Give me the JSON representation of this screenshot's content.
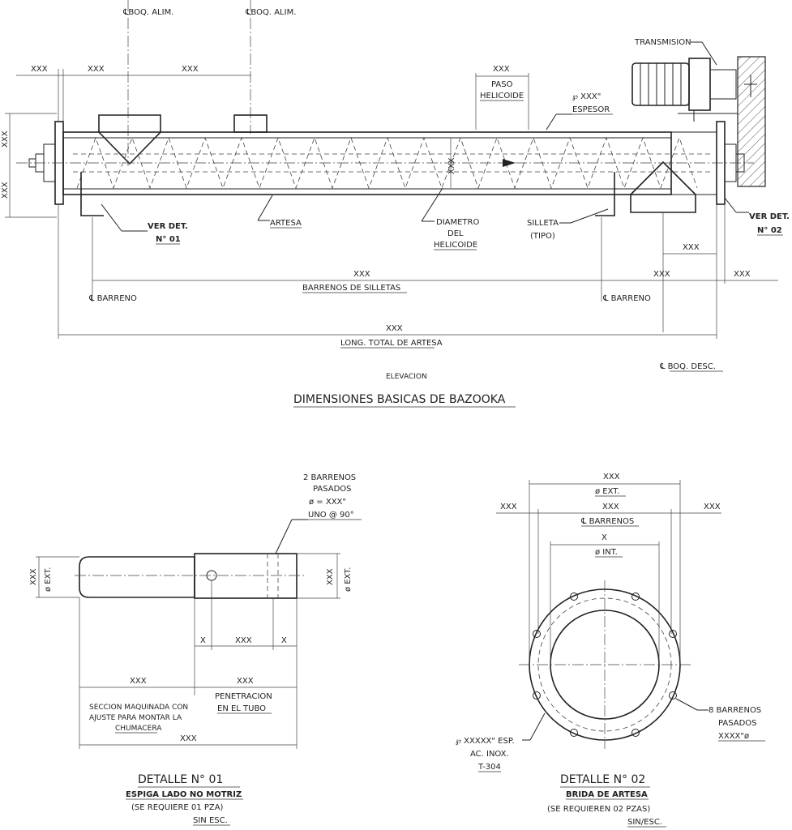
{
  "labels": {
    "boq_alim": "℄BOQ. ALIM.",
    "transmision": "TRANSMISION",
    "xxx": "XXX",
    "x": "X",
    "paso": "PASO",
    "helicoide": "HELICOIDE",
    "pl_xxx": "℘ XXX\"",
    "espesor": "ESPESOR",
    "ver_det": "VER DET.",
    "n01": "N° 01",
    "n02": "N° 02",
    "artesa": "ARTESA",
    "diametro": "DIAMETRO",
    "del": "DEL",
    "silleta": "SILLETA",
    "tipo": "(TIPO)",
    "barreno": "℄ BARRENO",
    "barrenos_silletas": "BARRENOS DE SILLETAS",
    "long_total": "LONG. TOTAL DE ARTESA",
    "boq_desc": "℄ BOQ. DESC.",
    "elevacion": "ELEVACION",
    "main_title": "DIMENSIONES BASICAS DE BAZOOKA",
    "dos_barrenos": "2 BARRENOS",
    "pasados": "PASADOS",
    "phi_xxx": "ø = XXX\"",
    "uno_90": "UNO @ 90°",
    "phi_ext": "ø EXT.",
    "seccion1": "SECCION MAQUINADA CON",
    "seccion2": "AJUSTE PARA MONTAR LA",
    "seccion3": "CHUMACERA",
    "penetracion": "PENETRACION",
    "en_tubo": "EN EL TUBO",
    "det1_title": "DETALLE N° 01",
    "det1_sub": "ESPIGA LADO NO MOTRIZ",
    "det1_req": "(SE REQUIERE 01 PZA)",
    "sin_esc": "SIN ESC.",
    "barrenos_cl": "℄ BARRENOS",
    "phi_int": "ø INT.",
    "ocho_barrenos": "8 BARRENOS",
    "xxxx_phi": "XXXX\"ø",
    "pl_esp": "℘ XXXXX\" ESP.",
    "ac_inox": "AC. INOX.",
    "t304": "T-304",
    "det2_title": "DETALLE N° 02",
    "det2_sub": "BRIDA DE ARTESA",
    "det2_req": "(SE REQUIEREN 02 PZAS)",
    "sin_esc2": "SIN/ESC."
  }
}
